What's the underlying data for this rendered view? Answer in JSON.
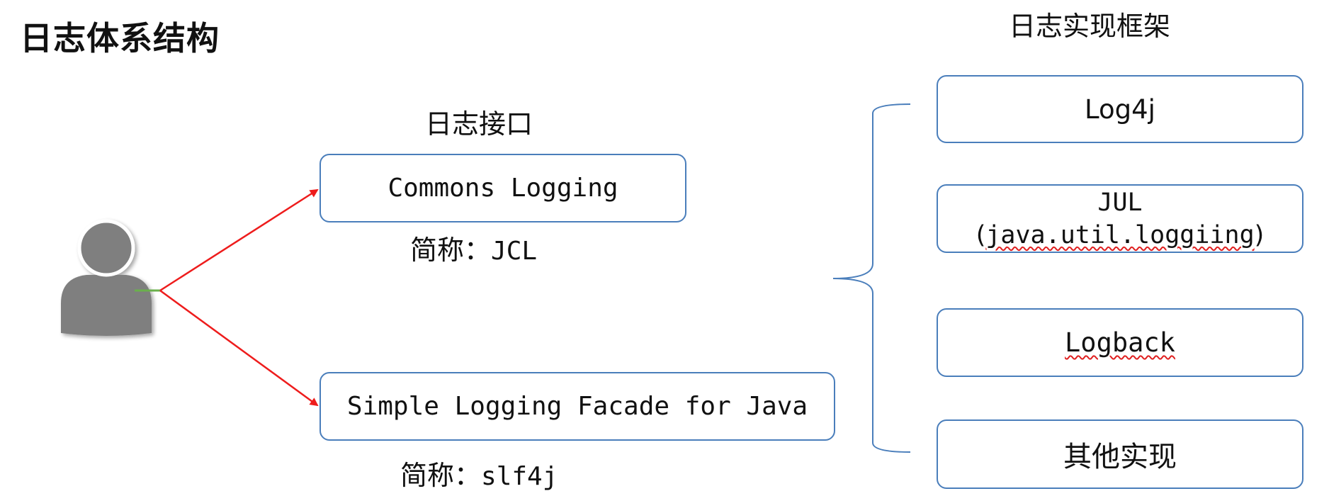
{
  "title": "日志体系结构",
  "interface": {
    "heading": "日志接口",
    "items": [
      {
        "name": "Commons Logging",
        "abbr_label": "简称：",
        "abbr_value": "JCL"
      },
      {
        "name": "Simple Logging Facade for Java",
        "abbr_label": "简称：",
        "abbr_value": "slf4j"
      }
    ]
  },
  "implementation": {
    "heading": "日志实现框架",
    "items": [
      {
        "label": "Log4j"
      },
      {
        "label_line1": "JUL",
        "label_line2_open": "(",
        "label_line2_code": "java.util.loggiing",
        "label_line2_close": ")"
      },
      {
        "label": "Logback"
      },
      {
        "label": "其他实现"
      }
    ]
  },
  "colors": {
    "box_border": "#4a7ebb",
    "arrow": "#ee1c1c",
    "brace": "#4a7ebb",
    "user_icon": "#7f7f7f",
    "connector": "#6ab04c"
  },
  "icons": {
    "user": "user-icon"
  }
}
